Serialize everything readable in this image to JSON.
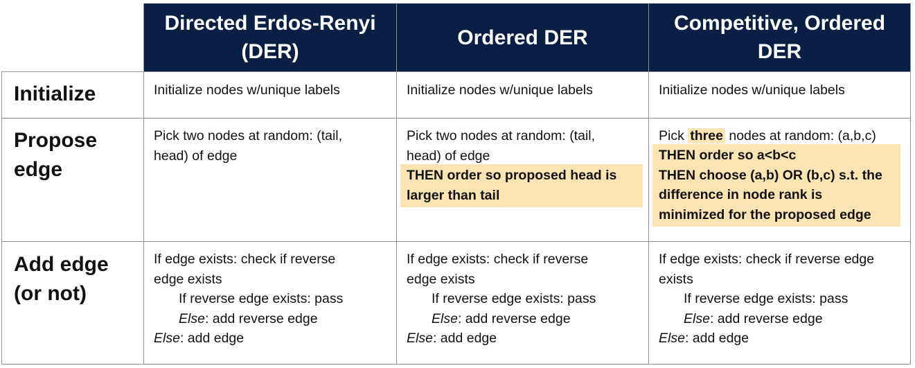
{
  "headers": [
    "Directed Erdos-Renyi (DER)",
    "Ordered DER",
    "Competitive, Ordered DER"
  ],
  "header_lines": {
    "col1": [
      "Directed Erdos-Renyi",
      "(DER)"
    ],
    "col2": [
      "Ordered DER"
    ],
    "col3": [
      "Competitive, Ordered",
      "DER"
    ]
  },
  "rows": {
    "initialize": {
      "label": "Initialize",
      "col1": "Initialize nodes w/unique labels",
      "col2": "Initialize nodes w/unique labels",
      "col3": "Initialize nodes w/unique labels"
    },
    "propose": {
      "label_lines": [
        "Propose",
        "edge"
      ],
      "col1": [
        "Pick two nodes at random: (tail,",
        "head) of edge"
      ],
      "col2": [
        "Pick two nodes at random: (tail,",
        "head) of edge"
      ],
      "col2_highlight": [
        "THEN order so proposed head is",
        "larger than tail"
      ],
      "col3_prefix": "Pick ",
      "col3_emph": "three",
      "col3_suffix": " nodes at random: (a,b,c)",
      "col3_highlight": [
        "THEN order so a<b<c",
        "THEN choose (a,b) OR (b,c) s.t. the",
        "difference in node rank is",
        "minimized for the proposed edge"
      ]
    },
    "add": {
      "label_lines": [
        "Add edge",
        "(or not)"
      ],
      "col1_lines": [
        "If edge exists: check if reverse",
        "edge exists"
      ],
      "col3_lines": [
        "If edge exists: check if reverse edge",
        "exists"
      ],
      "col2_lines": [
        "If edge exists: check if reverse",
        "edge exists"
      ],
      "reverse_pass": "If reverse edge exists: pass",
      "else_word": "Else",
      "else_reverse": ": add reverse edge",
      "else_edge": ": add edge"
    }
  },
  "colors": {
    "header_bg": "#0b1f45",
    "highlight": "#fbe4b2",
    "grid": "#8f8f8f"
  }
}
